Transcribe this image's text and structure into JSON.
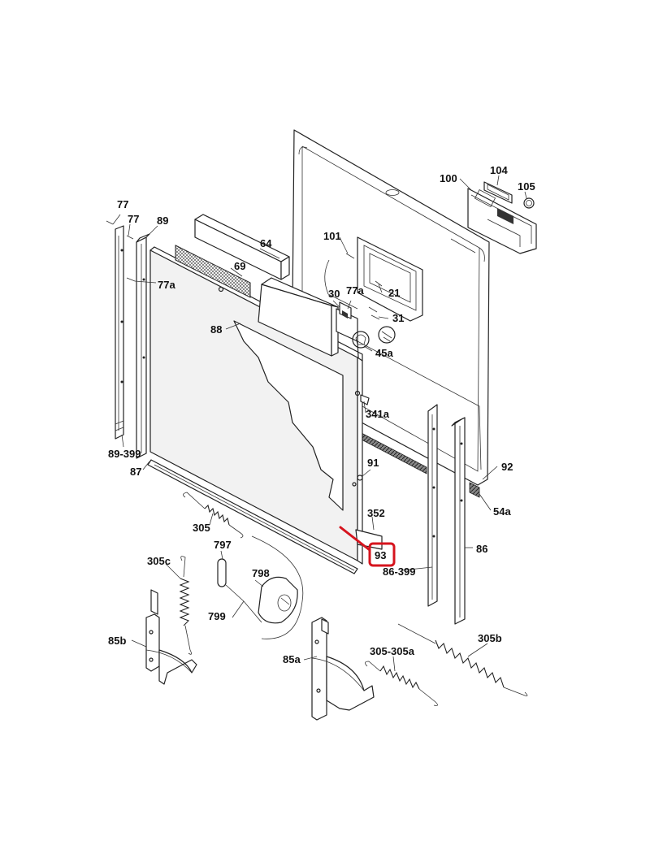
{
  "diagram": {
    "labels": {
      "l77_top": "77",
      "l77_second": "77",
      "l89": "89",
      "l64": "64",
      "l69": "69",
      "l77a_left": "77a",
      "l88": "88",
      "l89_399": "89-399",
      "l87": "87",
      "l101": "101",
      "l30": "30",
      "l77a_mid": "77a",
      "l21": "21",
      "l31": "31",
      "l45a": "45a",
      "l100": "100",
      "l104": "104",
      "l105": "105",
      "l341a": "341a",
      "l91": "91",
      "l92": "92",
      "l54a": "54a",
      "l352": "352",
      "l93": "93",
      "l86_399": "86-399",
      "l86": "86",
      "l305": "305",
      "l797": "797",
      "l798": "798",
      "l305c": "305c",
      "l799": "799",
      "l85b": "85b",
      "l85a": "85a",
      "l305_305a": "305-305a",
      "l305b": "305b"
    },
    "highlight": {
      "part": "93",
      "color": "#d6141e"
    }
  }
}
